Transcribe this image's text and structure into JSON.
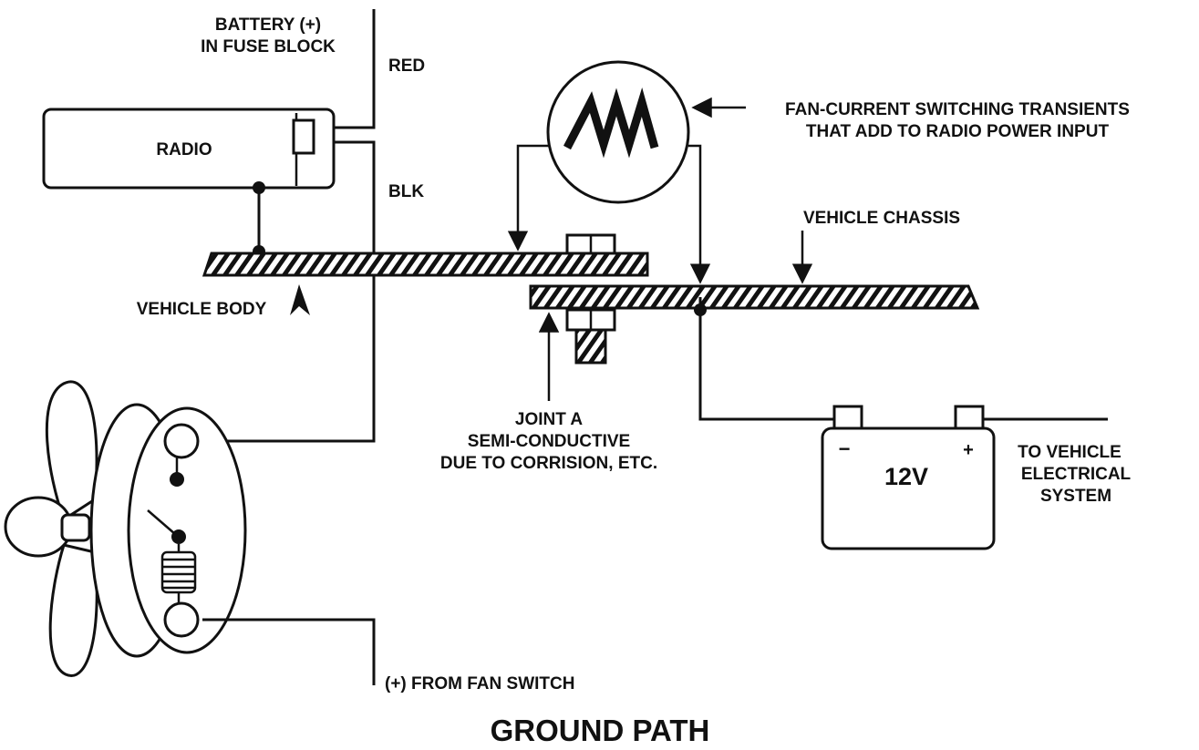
{
  "labels": {
    "battery_line1": "BATTERY (+)",
    "battery_line2": "IN FUSE BLOCK",
    "red": "RED",
    "blk": "BLK",
    "radio": "RADIO",
    "transients_line1": "FAN-CURRENT SWITCHING TRANSIENTS",
    "transients_line2": "THAT ADD TO RADIO POWER INPUT",
    "vehicle_chassis": "VEHICLE CHASSIS",
    "vehicle_body": "VEHICLE BODY",
    "joint_line1": "JOINT A",
    "joint_line2": "SEMI-CONDUCTIVE",
    "joint_line3": "DUE TO CORRISION, ETC.",
    "battery_minus": "−",
    "battery_plus": "+",
    "battery_voltage": "12V",
    "to_vehicle_line1": "TO VEHICLE",
    "to_vehicle_line2": "ELECTRICAL",
    "to_vehicle_line3": "SYSTEM",
    "fan_switch": "(+) FROM FAN SWITCH",
    "title": "GROUND PATH"
  },
  "colors": {
    "ink": "#111111",
    "background": "#ffffff"
  }
}
